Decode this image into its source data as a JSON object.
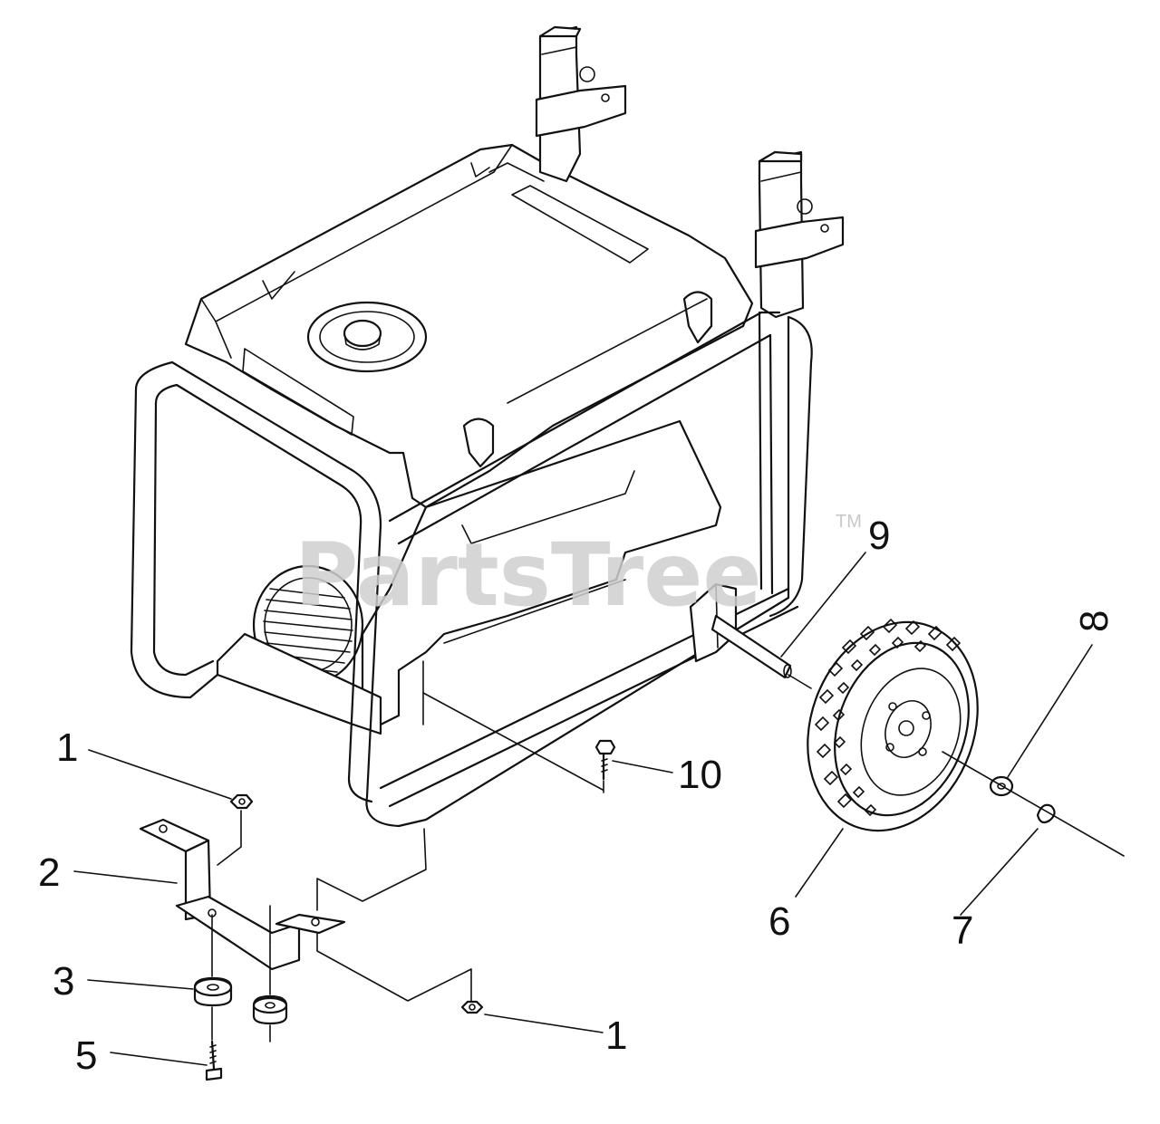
{
  "watermark": {
    "text": "PartsTree",
    "tm": "TM"
  },
  "callouts": {
    "c1_top": "1",
    "c2": "2",
    "c3": "3",
    "c5": "5",
    "c1_bottom": "1",
    "c10": "10",
    "c9": "9",
    "c6": "6",
    "c7": "7",
    "c8": "8"
  }
}
